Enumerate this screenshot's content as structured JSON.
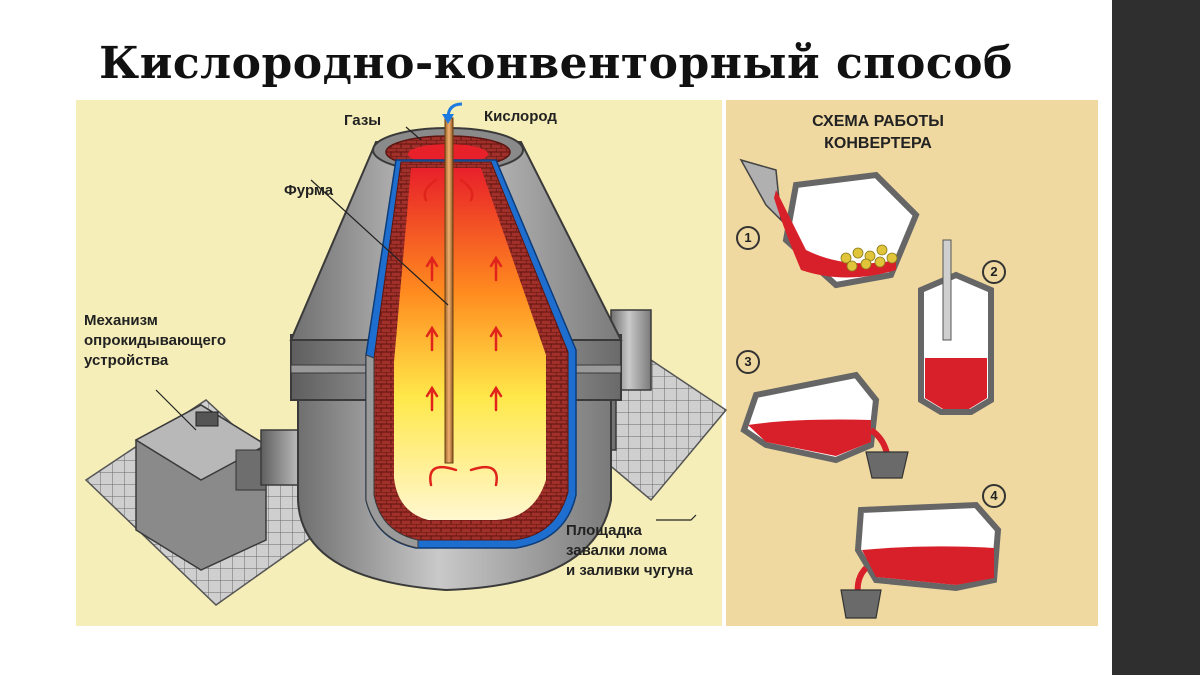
{
  "slide": {
    "title": "Кислородно-конвенторный способ"
  },
  "diagram": {
    "labels": {
      "gases": "Газы",
      "oxygen": "Кислород",
      "lance": "Фурма",
      "mechanism_1": "Механизм",
      "mechanism_2": "опрокидывающего",
      "mechanism_3": "устройства",
      "platform_1": "Площадка",
      "platform_2": "завалки лома",
      "platform_3": "и заливки чугуна"
    },
    "scheme": {
      "title_1": "СХЕМА РАБОТЫ",
      "title_2": "КОНВЕРТЕРА",
      "steps": [
        "1",
        "2",
        "3",
        "4"
      ]
    },
    "colors": {
      "background": "#f6eeb8",
      "right_panel": "#efd9a0",
      "steel_gray": "#8e8e8e",
      "brick": "#9a2a22",
      "flame_yellow": "#ffe04a",
      "molten": "#d8202a",
      "lining_blue": "#1d6ecf"
    }
  }
}
